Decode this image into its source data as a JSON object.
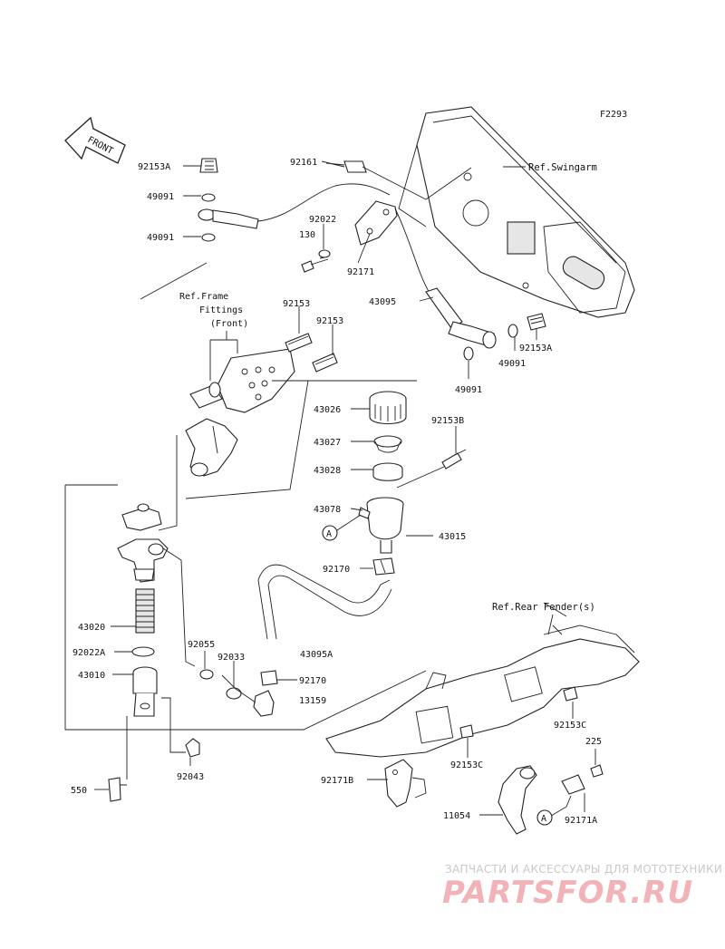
{
  "diagram_code": "F2293",
  "front_label": "FRONT",
  "refs": {
    "swingarm": "Ref.Swingarm",
    "frame_line1": "Ref.Frame",
    "frame_line2": "Fittings",
    "frame_line3": "(Front)",
    "rear_fender": "Ref.Rear Fender(s)"
  },
  "callout_marker": "A",
  "part_labels": {
    "p92153A_top": "92153A",
    "p49091_a": "49091",
    "p49091_b": "49091",
    "p92161": "92161",
    "p92022": "92022",
    "p130": "130",
    "p92171": "92171",
    "p43095": "43095",
    "p92153A_right": "92153A",
    "p49091_c": "49091",
    "p49091_d": "49091",
    "p92153_a": "92153",
    "p92153_b": "92153",
    "p43026": "43026",
    "p92153B": "92153B",
    "p43027": "43027",
    "p43028": "43028",
    "p43078": "43078",
    "p43015": "43015",
    "p92170_a": "92170",
    "p43020": "43020",
    "p92022A": "92022A",
    "p43010": "43010",
    "p92055": "92055",
    "p92033": "92033",
    "p43095A": "43095A",
    "p92170_b": "92170",
    "p13159": "13159",
    "p92043": "92043",
    "p550": "550",
    "p92153C_a": "92153C",
    "p92153C_b": "92153C",
    "p225": "225",
    "p92171B": "92171B",
    "p11054": "11054",
    "p92171A": "92171A"
  },
  "watermark": {
    "tagline": "ЗАПЧАСТИ И АКСЕССУАРЫ ДЛЯ МОТОТЕХНИКИ",
    "brand": "PARTSFOR.RU"
  }
}
